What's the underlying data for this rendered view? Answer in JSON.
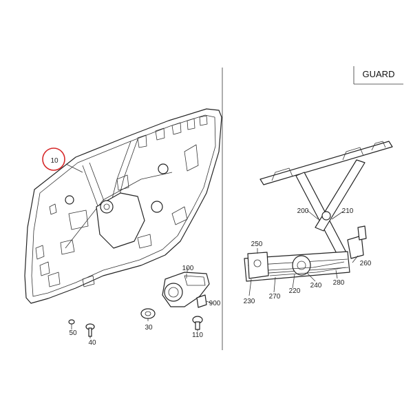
{
  "title_box": "GUARD",
  "callouts": {
    "c10": "10",
    "c30": "30",
    "c40": "40",
    "c50": "50",
    "c100": "100",
    "c110": "110",
    "c200": "200",
    "c210": "210",
    "c220": "220",
    "c230": "230",
    "c240": "240",
    "c250": "250",
    "c260": "260",
    "c270": "270",
    "c280": "280",
    "c900": "900"
  },
  "highlight_color": "#d62728",
  "line_color": "#222222"
}
